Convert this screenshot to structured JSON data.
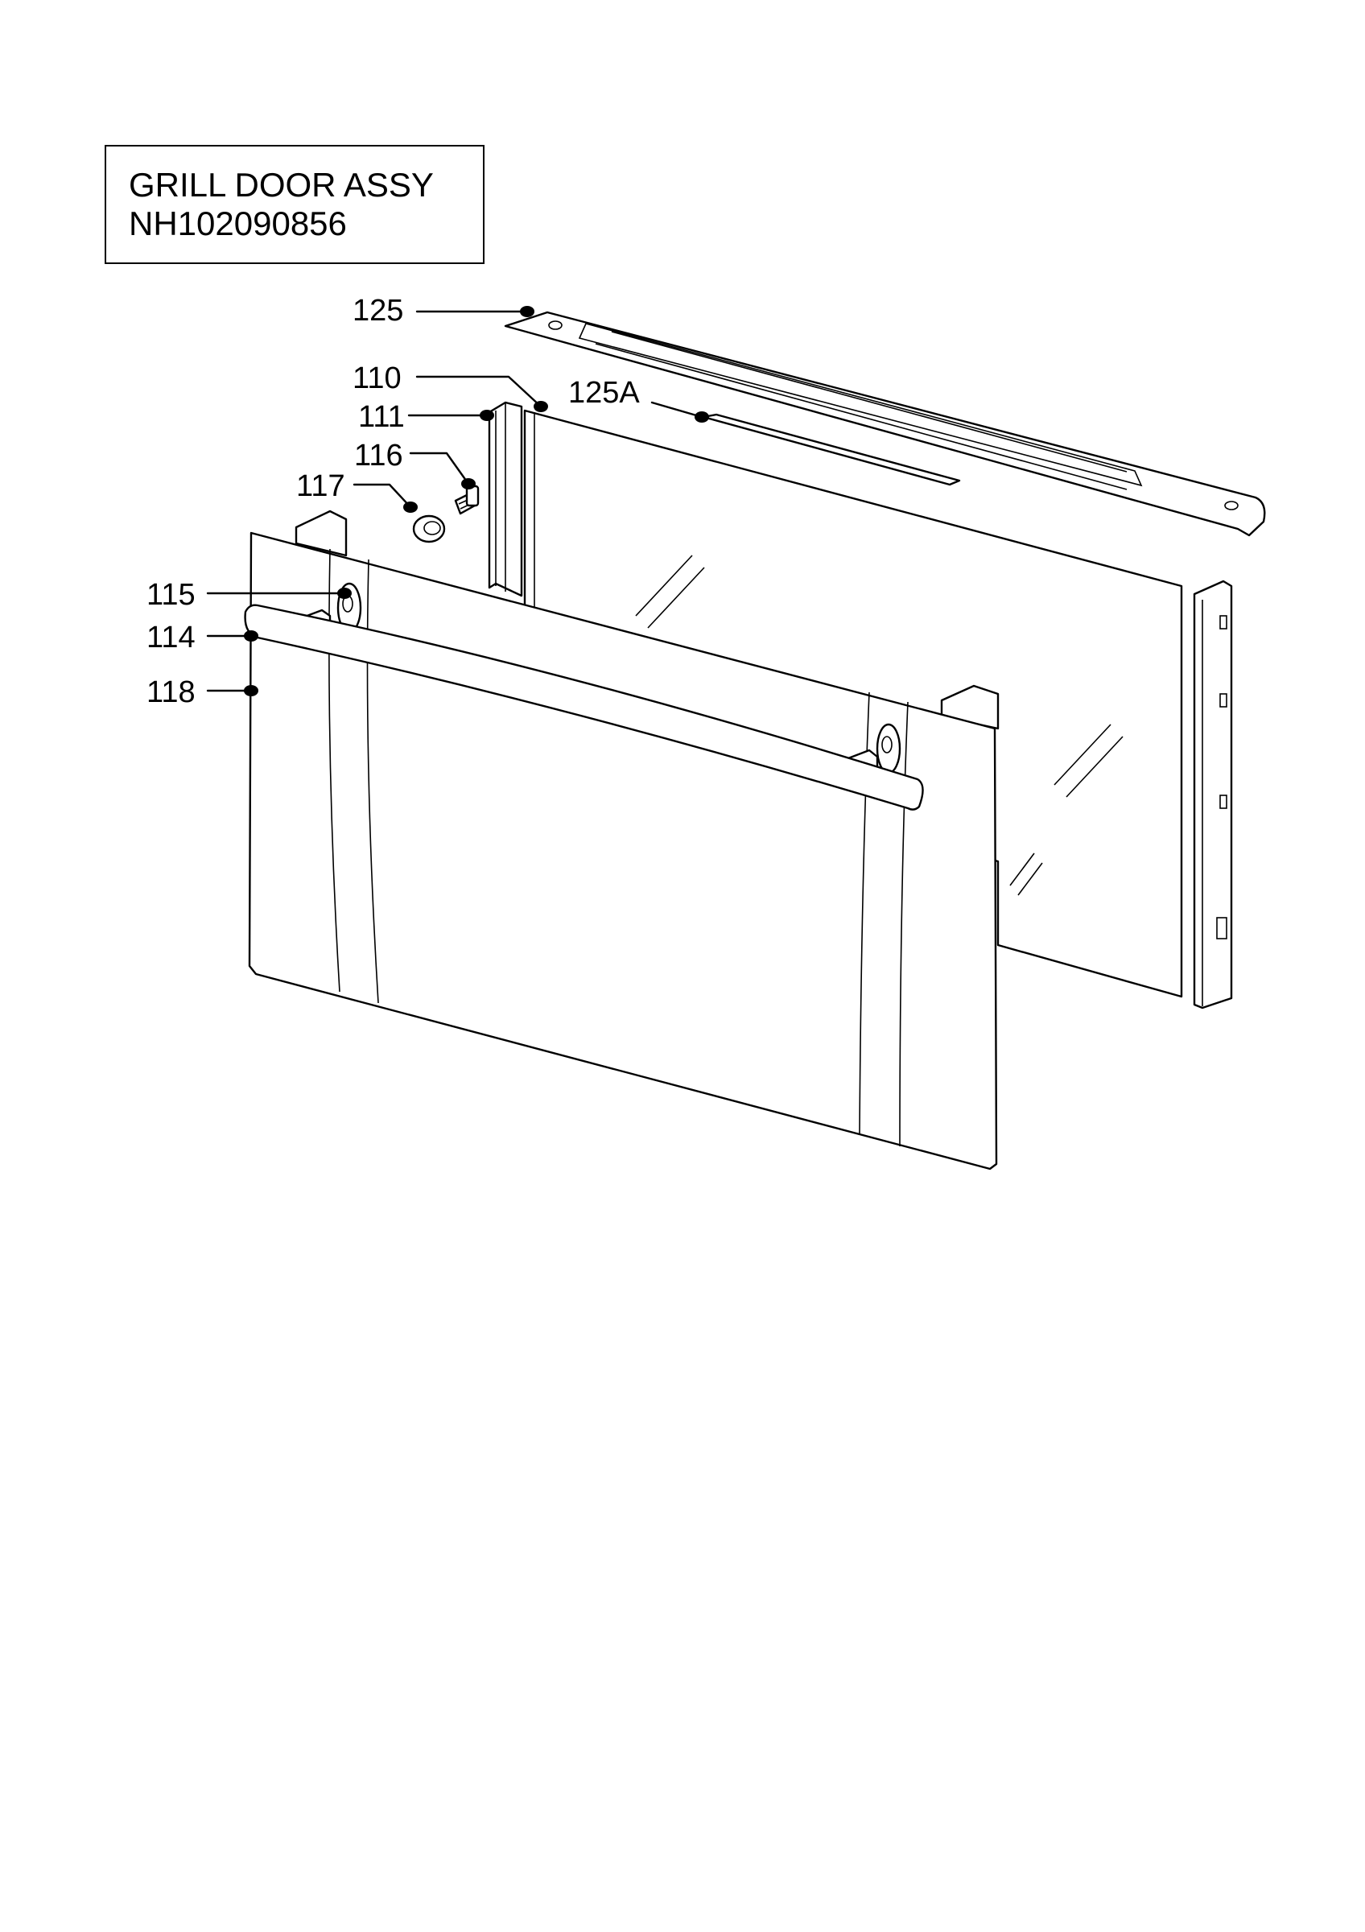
{
  "title": {
    "line1": "GRILL DOOR ASSY",
    "line2": "NH102090856"
  },
  "callouts": {
    "c125": "125",
    "c110": "110",
    "c111": "111",
    "c125a": "125A",
    "c116": "116",
    "c117": "117",
    "c115": "115",
    "c114": "114",
    "c118": "118"
  },
  "colors": {
    "ink": "#000000",
    "paper": "#ffffff"
  }
}
